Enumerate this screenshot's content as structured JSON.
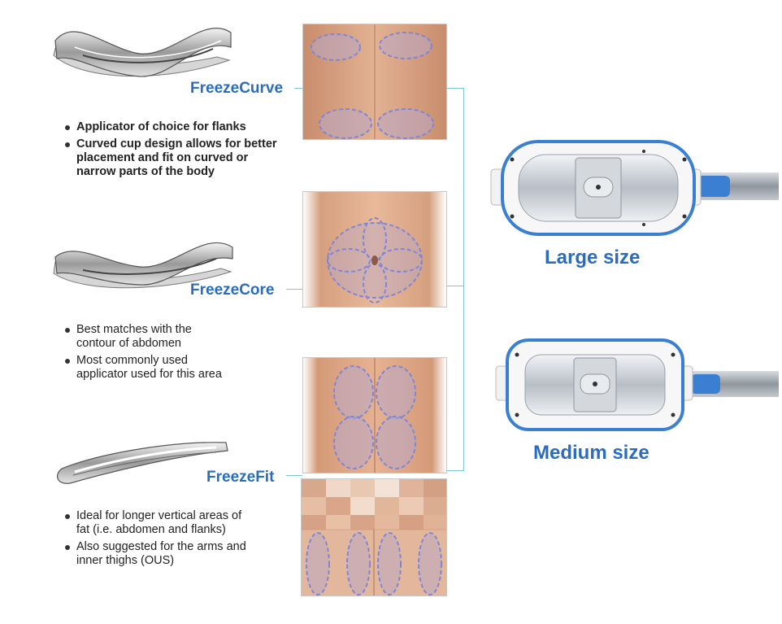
{
  "products": [
    {
      "name": "FreezeCurve",
      "bullets": [
        "Applicator of choice for flanks",
        "Curved cup design allows for better placement and fit on curved or narrow parts of the body"
      ]
    },
    {
      "name": "FreezeCore",
      "bullets": [
        "Best matches with the contour of abdomen",
        "Most commonly used applicator used for this area"
      ]
    },
    {
      "name": "FreezeFit",
      "bullets": [
        "Ideal for longer vertical areas of fat (i.e. abdomen and flanks)",
        "Also suggested for the arms and inner thighs (OUS)"
      ]
    }
  ],
  "sizes": {
    "large_label": "Large size",
    "medium_label": "Medium size"
  },
  "colors": {
    "accent": "#2a6cbf",
    "connector": "#7cc6d6",
    "zone_outline": "#7f86d8",
    "skin": "#d9a283"
  },
  "icons": {
    "bullet": "bullet-dot-icon"
  }
}
